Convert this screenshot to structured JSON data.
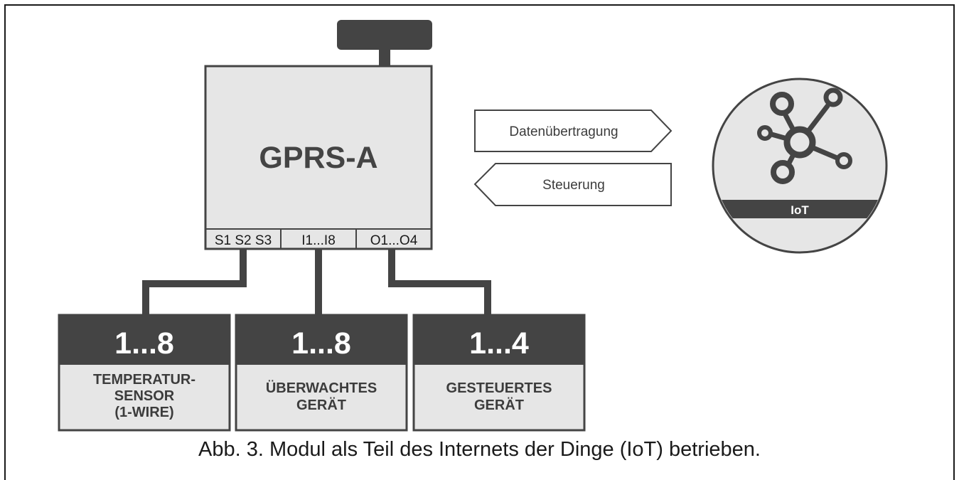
{
  "device": {
    "name": "GPRS-A",
    "ports": [
      "S1 S2 S3",
      "I1...I8",
      "O1...O4"
    ]
  },
  "arrows": {
    "upload": "Datenübertragung",
    "control": "Steuerung"
  },
  "cloud": {
    "label": "IoT"
  },
  "boxes": [
    {
      "count": "1...8",
      "lines": [
        "TEMPERATUR-",
        "SENSOR",
        "(1-WIRE)"
      ]
    },
    {
      "count": "1...8",
      "lines": [
        "ÜBERWACHTES",
        "GERÄT"
      ]
    },
    {
      "count": "1...4",
      "lines": [
        "GESTEUERTES",
        "GERÄT"
      ]
    }
  ],
  "caption": "Abb. 3. Modul als Teil des Internets der Dinge (IoT) betrieben.",
  "colors": {
    "dark": "#444444",
    "light_fill": "#e6e6e6",
    "white": "#ffffff",
    "text": "#3c3c3c"
  },
  "icons": {
    "antenna": "antenna-icon",
    "network": "network-hub-icon"
  }
}
